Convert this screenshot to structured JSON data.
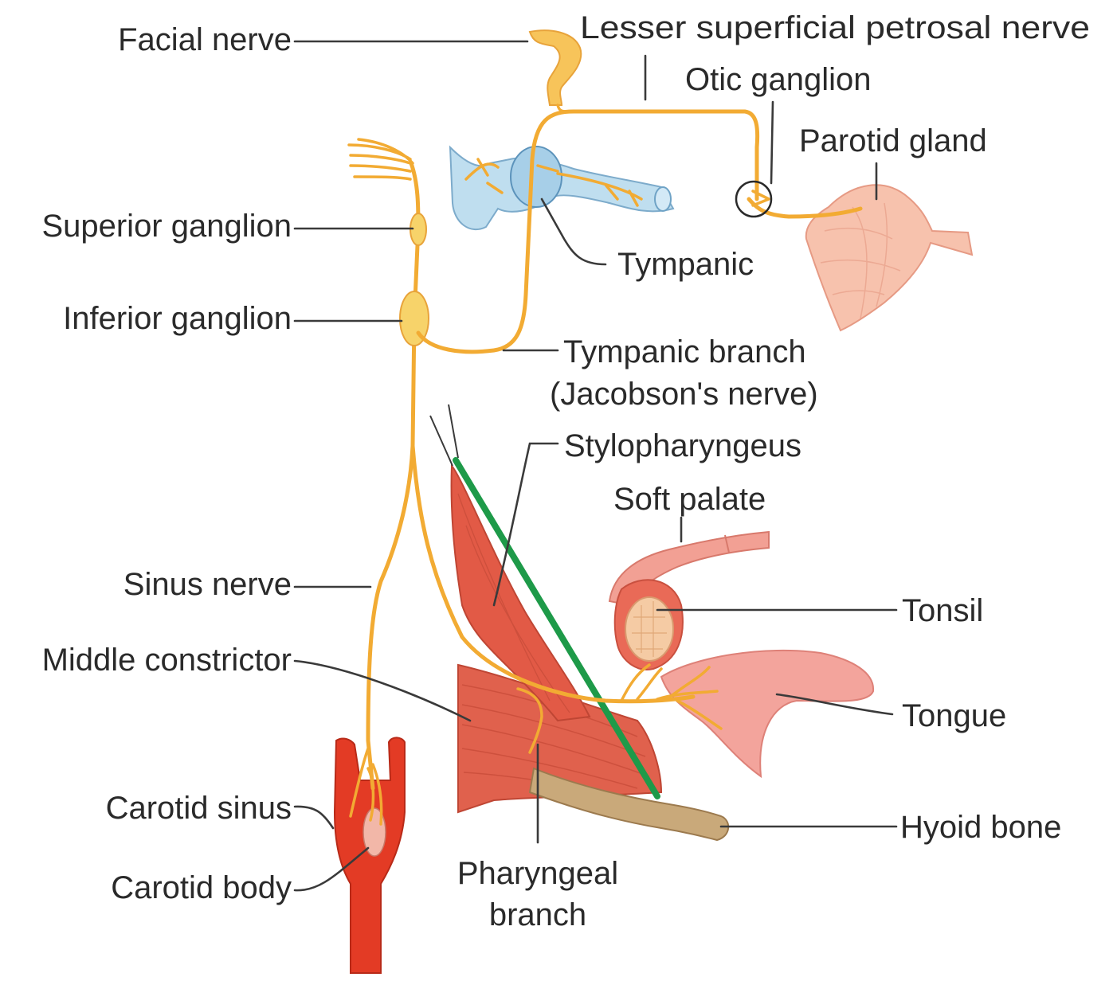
{
  "colors": {
    "nerve": "#f2ab33",
    "ganglion": "#f7d36a",
    "muscle": "#e0614d",
    "artery": "#e33b25",
    "green_line": "#1e9a49",
    "bone": "#c9a97a",
    "tongue": "#f3a49c",
    "gland": "#f7c2ad",
    "ear": "#b9dbee"
  },
  "labels": {
    "facial_nerve": "Facial nerve",
    "lesser_petrosal": "Lesser superficial petrosal nerve",
    "otic_ganglion": "Otic ganglion",
    "parotid_gland": "Parotid gland",
    "superior_ganglion": "Superior ganglion",
    "tympanic": "Tympanic",
    "inferior_ganglion": "Inferior ganglion",
    "tympanic_branch_1": "Tympanic branch",
    "tympanic_branch_2": "(Jacobson's nerve)",
    "stylopharyngeus": "Stylopharyngeus",
    "soft_palate": "Soft palate",
    "sinus_nerve": "Sinus nerve",
    "tonsil": "Tonsil",
    "middle_constrictor": "Middle constrictor",
    "tongue": "Tongue",
    "carotid_sinus": "Carotid sinus",
    "hyoid_bone": "Hyoid bone",
    "pharyngeal_branch_1": "Pharyngeal",
    "pharyngeal_branch_2": "branch",
    "carotid_body": "Carotid body"
  }
}
